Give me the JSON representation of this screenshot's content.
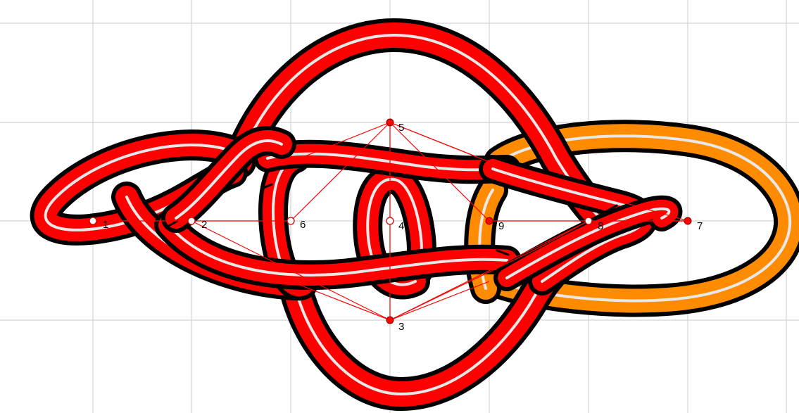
{
  "colors": {
    "background": "#ffffff",
    "grid": "#d4d4d4",
    "strand_red": "#ff0000",
    "strand_orange": "#ff8c00",
    "strand_core": "#e8e8e8",
    "outline": "#000000",
    "guide_lines": "#ff0000"
  },
  "nodes": [
    {
      "id": "node-1",
      "label": "1",
      "style": "hollow"
    },
    {
      "id": "node-2",
      "label": "2",
      "style": "hollow"
    },
    {
      "id": "node-3",
      "label": "3",
      "style": "filled"
    },
    {
      "id": "node-4",
      "label": "4",
      "style": "hollow"
    },
    {
      "id": "node-5",
      "label": "5",
      "style": "filled"
    },
    {
      "id": "node-6",
      "label": "6",
      "style": "hollow"
    },
    {
      "id": "node-7",
      "label": "7",
      "style": "filled"
    },
    {
      "id": "node-8",
      "label": "8",
      "style": "hollow"
    },
    {
      "id": "node-9",
      "label": "9",
      "style": "filled"
    }
  ]
}
